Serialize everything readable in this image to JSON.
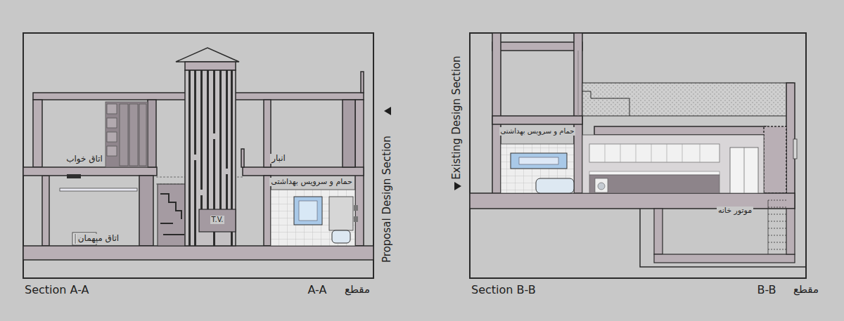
{
  "diagram": {
    "labels": [
      "اتاق خواب",
      "انبار",
      "حمام و سرویس بهداشتی",
      "T.V.",
      "اتاق میهمان",
      "Proposal Design Section",
      "Section A-A",
      "A-A",
      "مقطع",
      "Existing Design Section",
      "حمام و سرویس بهداشتی",
      "موتور خانه",
      "Section B-B",
      "B-B",
      "مقطع"
    ]
  }
}
